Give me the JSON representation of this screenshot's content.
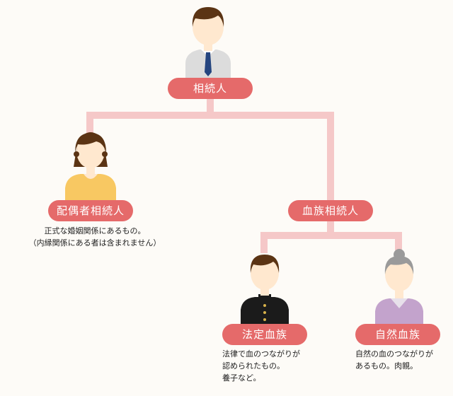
{
  "nodes": {
    "heir": {
      "label": "相続人"
    },
    "spouse": {
      "label": "配偶者相続人",
      "note": "正式な婚姻関係にあるもの。\n（内縁関係にある者は含まれません）"
    },
    "blood": {
      "label": "血族相続人"
    },
    "legal": {
      "label": "法定血族",
      "note": "法律で血のつながりが\n認められたもの。\n養子など。"
    },
    "natural": {
      "label": "自然血族",
      "note": "自然の血のつながりが\nあるもの。肉親。"
    }
  },
  "colors": {
    "pill": "#e56a6a",
    "connector": "#f5c8c8",
    "background": "#fdfbf7",
    "skin": "#ffe8cf",
    "hair_dark": "#5b3414",
    "hair_gray": "#9a9a9a",
    "shirt_gray": "#dcdcdc",
    "tie_blue": "#25457f",
    "sweater_yellow": "#f8c862",
    "uniform_black": "#1b1b1b",
    "cardigan_purple": "#c3a3cc"
  }
}
